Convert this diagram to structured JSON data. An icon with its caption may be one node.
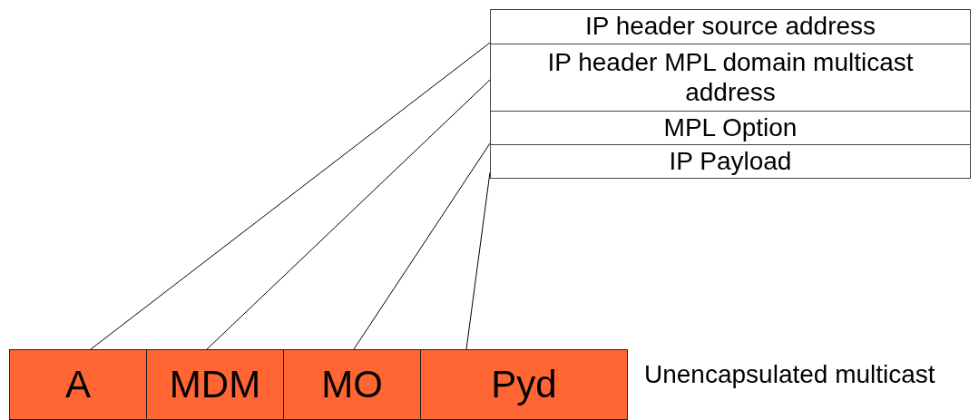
{
  "diagram": {
    "nodes": [
      {
        "text": [
          "IP header source address"
        ]
      },
      {
        "text": [
          "IP header MPL domain multicast address"
        ]
      },
      {
        "text": [
          "MPL Option"
        ]
      },
      {
        "text": [
          "IP Payload"
        ]
      },
      {
        "text": [
          "A"
        ]
      },
      {
        "text": [
          "MDM"
        ]
      },
      {
        "text": [
          "MO"
        ]
      },
      {
        "text": [
          "Pyd"
        ]
      }
    ],
    "edges": [
      {
        "from": 0,
        "to": 4,
        "arrow": "none"
      },
      {
        "from": 1,
        "to": 5,
        "arrow": "none"
      },
      {
        "from": 2,
        "to": 6,
        "arrow": "none"
      },
      {
        "from": 3,
        "to": 7,
        "arrow": "none"
      }
    ],
    "labels": [
      "Unencapsulated multicast"
    ]
  }
}
